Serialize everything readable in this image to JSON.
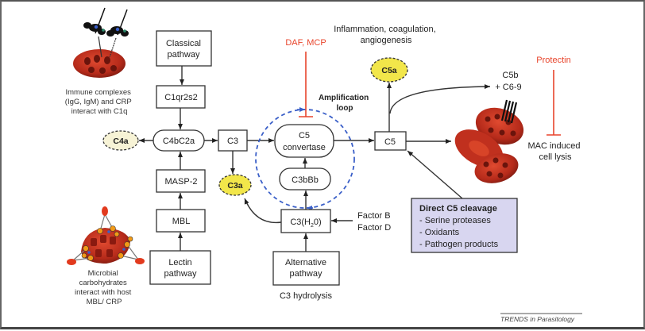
{
  "diagram": {
    "nodes": {
      "classical": [
        "Classical",
        "pathway"
      ],
      "c1qr2s2": "C1qr2s2",
      "c4bc2a": "C4bC2a",
      "c4a": "C4a",
      "masp2": "MASP-2",
      "mbl": "MBL",
      "lectin": [
        "Lectin",
        "pathway"
      ],
      "c3": "C3",
      "c3a": "C3a",
      "c5conv": [
        "C5",
        "convertase"
      ],
      "c3bbb": "C3bBb",
      "c3h2o": "C3(H",
      "c3h2o_sub": "2",
      "c3h2o_end": "0)",
      "alternative": [
        "Alternative",
        "pathway"
      ],
      "c5": "C5",
      "c5a": "C5a"
    },
    "labels": {
      "immune": [
        "Immune complexes",
        "(IgG, IgM) and CRP",
        "interact with C1q"
      ],
      "microbial": [
        "Microbial",
        "carbohydrates",
        "interact with host",
        "MBL/ CRP"
      ],
      "daf": "DAF, MCP",
      "amplification": [
        "Amplification",
        "loop"
      ],
      "inflammation": [
        "Inflammation, coagulation,",
        "angiogenesis"
      ],
      "c5b": [
        "C5b",
        "+ C6-9"
      ],
      "protectin": "Protectin",
      "mac": [
        "MAC induced",
        "cell lysis"
      ],
      "factors": [
        "Factor B",
        "Factor D"
      ],
      "c3hydrolysis": "C3 hydrolysis",
      "direct_title": "Direct C5 cleavage",
      "direct_items": [
        "- Serine proteases",
        "- Oxidants",
        "- Pathogen products"
      ],
      "source": "TRENDS in Parasitology"
    },
    "colors": {
      "inhibitor": "#e8442b",
      "loop": "#3a5fc8",
      "anaphylatoxin": "#f2e64a",
      "c4a_fill": "#f7f3d6",
      "direct_box": "#d8d6f0",
      "cell": "#b52a1a"
    }
  }
}
